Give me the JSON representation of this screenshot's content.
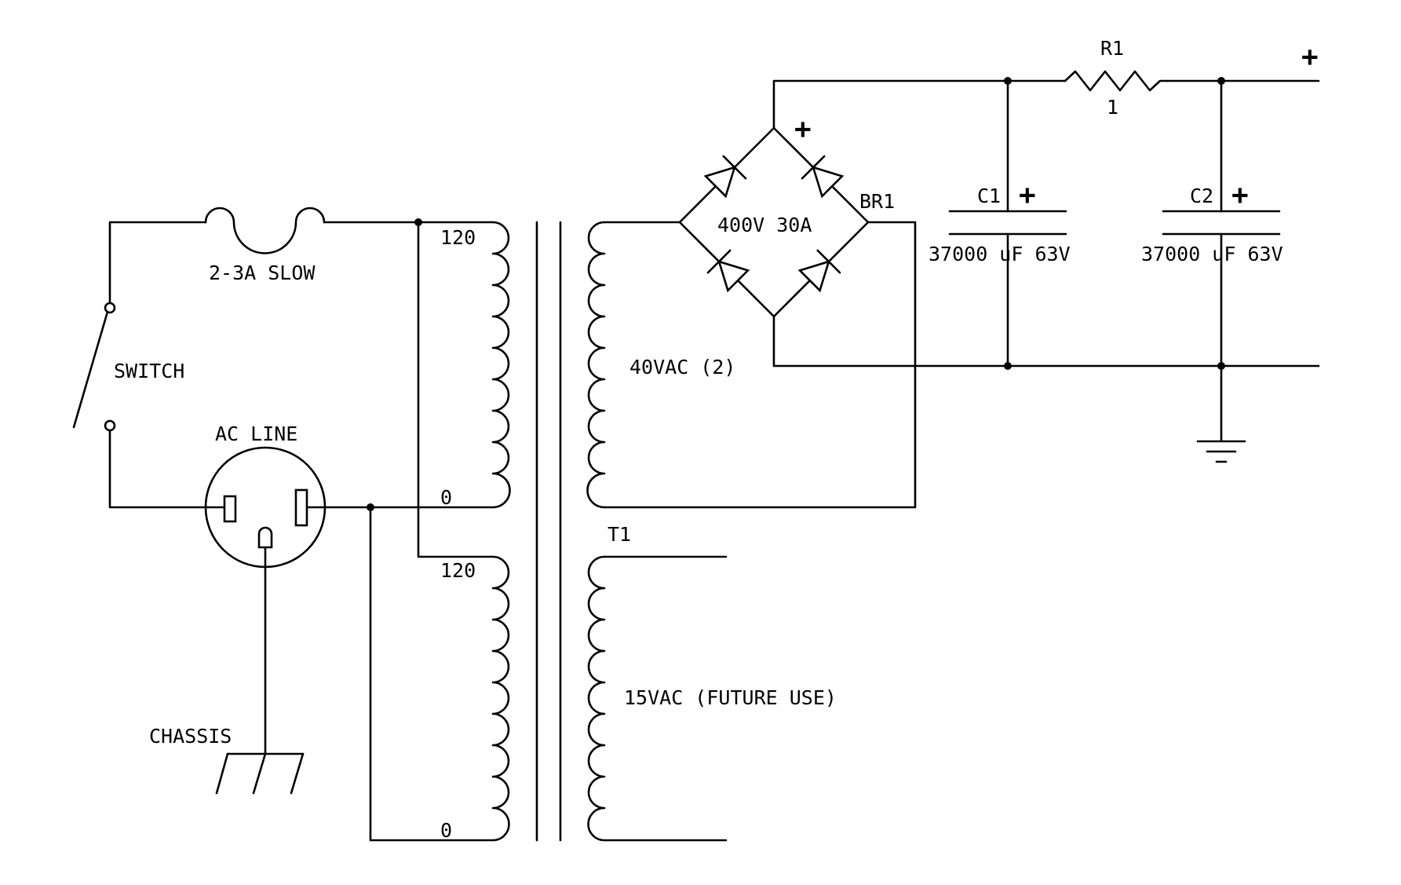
{
  "labels": {
    "fuse": "2-3A SLOW",
    "switch": "SWITCH",
    "ac_line": "AC LINE",
    "chassis": "CHASSIS",
    "tap_120_upper": "120",
    "tap_0_upper": "0",
    "tap_120_lower": "120",
    "tap_0_lower": "0",
    "secondary_40": "40VAC (2)",
    "secondary_15": "15VAC (FUTURE USE)",
    "transformer": "T1",
    "bridge_rating": "400V 30A",
    "bridge_ref": "BR1",
    "bridge_plus": "+",
    "c1_ref": "C1",
    "c1_plus": "+",
    "c1_value": "37000 uF 63V",
    "c2_ref": "C2",
    "c2_plus": "+",
    "c2_value": "37000 uF 63V",
    "r1_ref": "R1",
    "r1_value": "1",
    "output_plus": "+"
  }
}
